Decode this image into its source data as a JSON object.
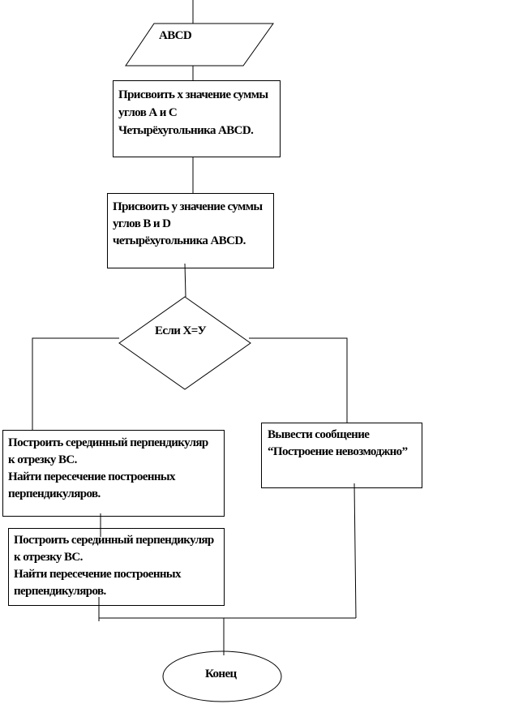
{
  "input": {
    "label": "ABCD"
  },
  "step1": {
    "lines": [
      "Присвоить x значение суммы",
      "углов А и С",
      "Четырёхугольника ABCD."
    ]
  },
  "step2": {
    "lines": [
      "Присвоить у значение суммы",
      "углов B и D",
      "четырёхугольника ABCD."
    ]
  },
  "decision": {
    "label": "Если X=У"
  },
  "yes_box1": {
    "lines": [
      "Построить серединный перпендикуляр",
      "к отрезку BC.",
      "Найти  пересечение построенных",
      "перпендикуляров."
    ]
  },
  "yes_box2": {
    "lines": [
      "Построить серединный перпендикуляр",
      "к отрезку BC.",
      "Найти  пересечение построенных",
      "перпендикуляров."
    ]
  },
  "no_box": {
    "lines": [
      "Вывести сообщение",
      "“Построение невозмоджно”"
    ]
  },
  "end": {
    "label": "Конец"
  }
}
